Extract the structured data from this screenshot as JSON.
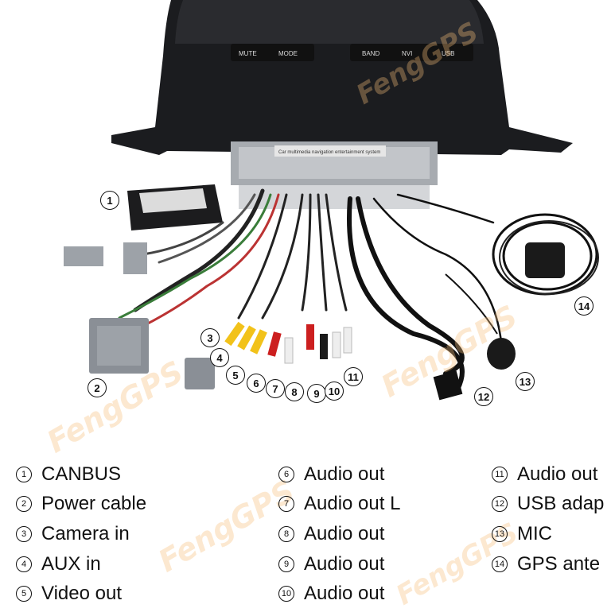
{
  "device_labels": {
    "mute": "MUTE",
    "mode": "MODE",
    "band": "BAND",
    "nvi": "NVI",
    "usb": "USB",
    "unit_label": "Car multimedia navigation entertainment system"
  },
  "watermark": "FengGPS",
  "callouts": [
    "1",
    "2",
    "3",
    "4",
    "5",
    "6",
    "7",
    "8",
    "9",
    "10",
    "11",
    "12",
    "13",
    "14"
  ],
  "legend": [
    {
      "num": "1",
      "label": "CANBUS"
    },
    {
      "num": "2",
      "label": "Power cable"
    },
    {
      "num": "3",
      "label": "Camera in"
    },
    {
      "num": "4",
      "label": "AUX in"
    },
    {
      "num": "5",
      "label": "Video out"
    },
    {
      "num": "6",
      "label": "Audio out"
    },
    {
      "num": "7",
      "label": "Audio out L"
    },
    {
      "num": "8",
      "label": "Audio out"
    },
    {
      "num": "9",
      "label": "Audio out"
    },
    {
      "num": "10",
      "label": "Audio out"
    },
    {
      "num": "11",
      "label": "Audio out"
    },
    {
      "num": "12",
      "label": "USB adap"
    },
    {
      "num": "13",
      "label": "MIC"
    },
    {
      "num": "14",
      "label": "GPS ante"
    }
  ],
  "colors": {
    "rca_yellow": "#f2c21a",
    "rca_red": "#cc1f1f",
    "rca_white": "#eeeeee",
    "rca_black": "#1a1a1a",
    "plastic_grey": "#8a8f96",
    "unit_body": "#1b1c1f"
  }
}
